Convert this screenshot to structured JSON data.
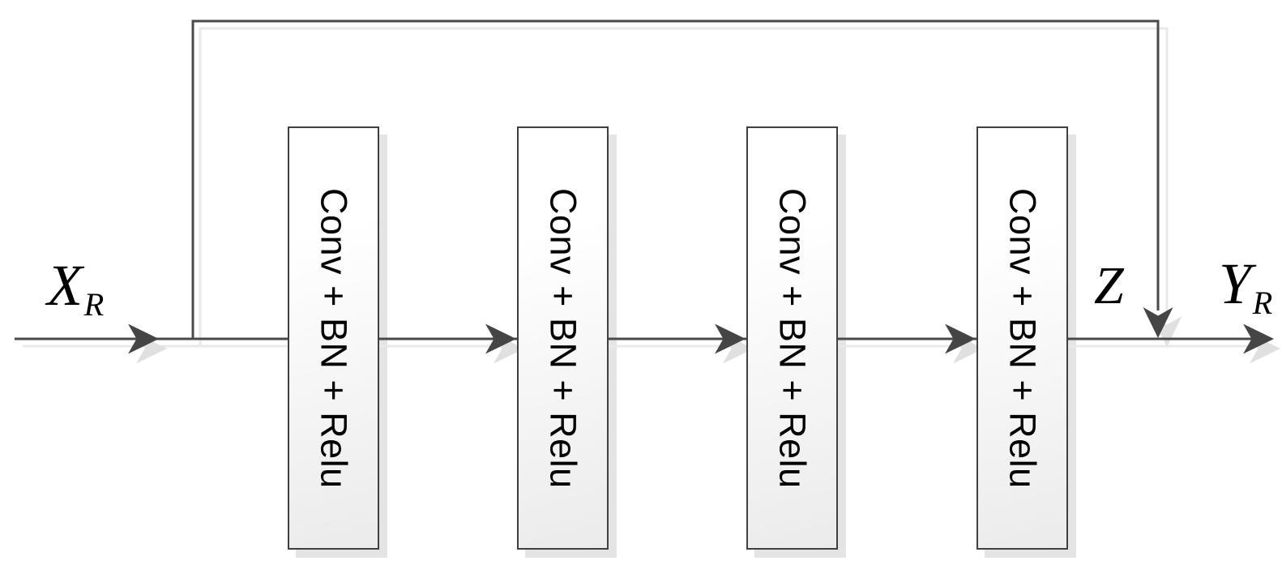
{
  "labels": {
    "input": {
      "main": "X",
      "sub": "R"
    },
    "merge": {
      "main": "Z"
    },
    "output": {
      "main": "Y",
      "sub": "R"
    }
  },
  "blocks": [
    {
      "label": "Conv + BN + Relu"
    },
    {
      "label": "Conv + BN + Relu"
    },
    {
      "label": "Conv + BN + Relu"
    },
    {
      "label": "Conv + BN + Relu"
    }
  ],
  "colors": {
    "background": "#ffffff",
    "line": "#4a4a4a",
    "arrow": "#454545",
    "line_shadow": "#e9e9e9",
    "arrow_shadow": "#e0e0e0",
    "box_border": "#404040",
    "box_fill_top": "#ffffff",
    "box_fill_bottom": "#ebebeb",
    "box_shadow": "#e4e4e4",
    "text": "#000000"
  }
}
